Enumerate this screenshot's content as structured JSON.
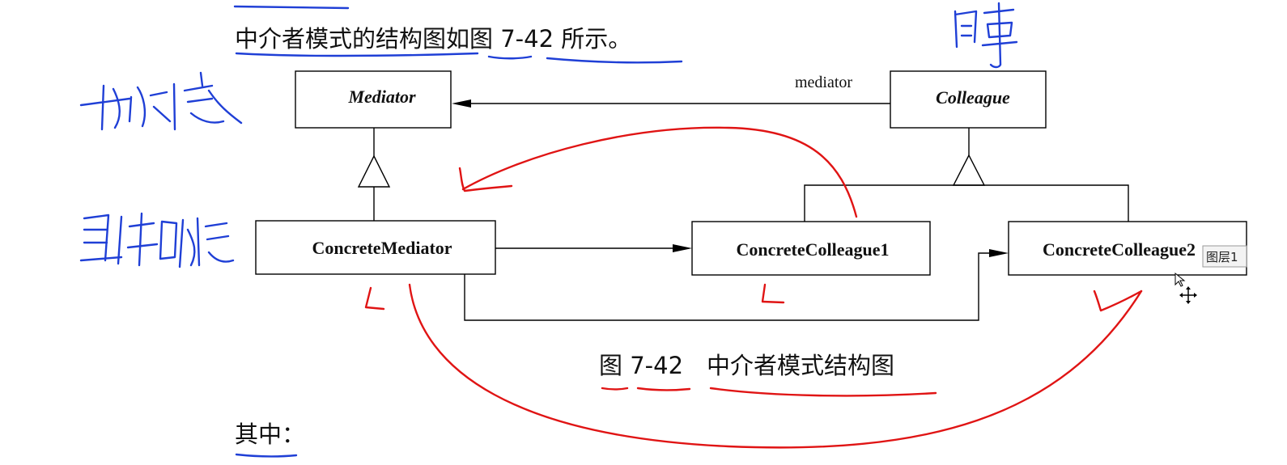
{
  "doc": {
    "intro_line": "中介者模式的结构图如图 7-42 所示。",
    "caption": "图 7-42　中介者模式结构图",
    "footer": "其中："
  },
  "uml": {
    "mediator": "Mediator",
    "colleague": "Colleague",
    "concrete_mediator": "ConcreteMediator",
    "concrete_colleague1": "ConcreteColleague1",
    "concrete_colleague2": "ConcreteColleague2",
    "association_label": "mediator"
  },
  "ui": {
    "layer_tooltip": "图层1"
  },
  "colors": {
    "annotation_blue": "#1f3fd6",
    "annotation_red": "#e01414"
  }
}
